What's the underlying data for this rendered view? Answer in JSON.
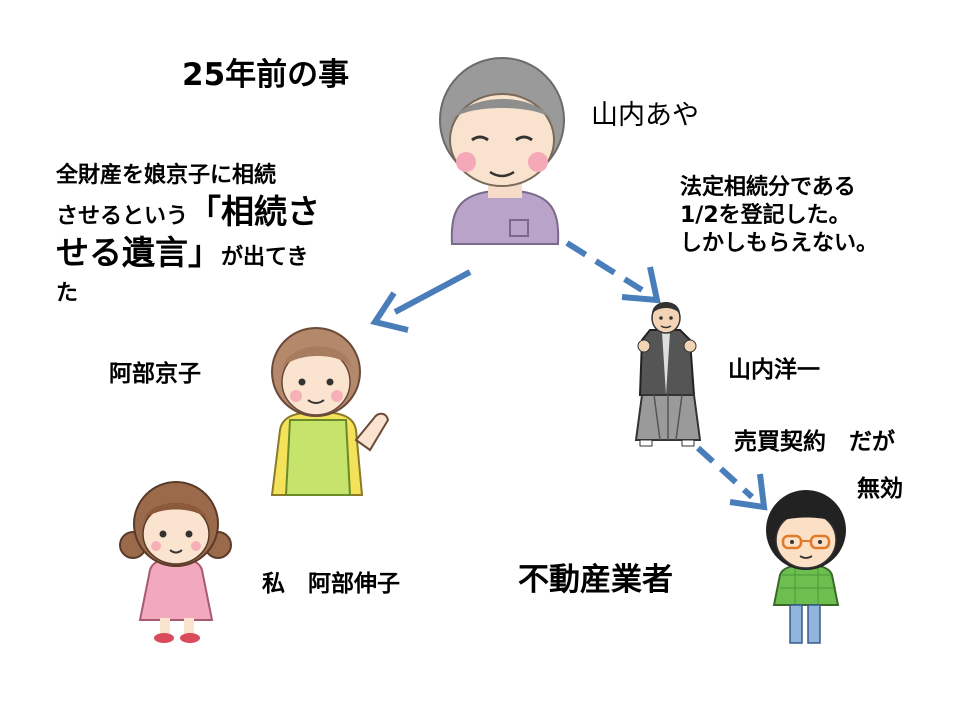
{
  "title": "25年前の事",
  "people": {
    "grandmother": "山内あや",
    "mother": "阿部京子",
    "uncle": "山内洋一",
    "me": "私　阿部伸子",
    "agent": "不動産業者"
  },
  "will_text": {
    "line1": "全財産を娘京子に相続",
    "line2_small": "させるという",
    "line2_big": "「相続さ",
    "line3_big": "せる遺言」",
    "line3_small": "が出てき",
    "line4": "た"
  },
  "registration_text": {
    "line1": "法定相続分である",
    "line2": "1/2を登記した。",
    "line3": "しかしもらえない。"
  },
  "contract_text": "売買契約　だが",
  "invalid_text": "無効",
  "colors": {
    "arrow": "#4a7ebb",
    "grandma_sweater": "#b9a3c8",
    "mother_apron": "#c6e36b",
    "girl_dress": "#f3a9bd",
    "agent_shirt": "#6cbf4f"
  }
}
